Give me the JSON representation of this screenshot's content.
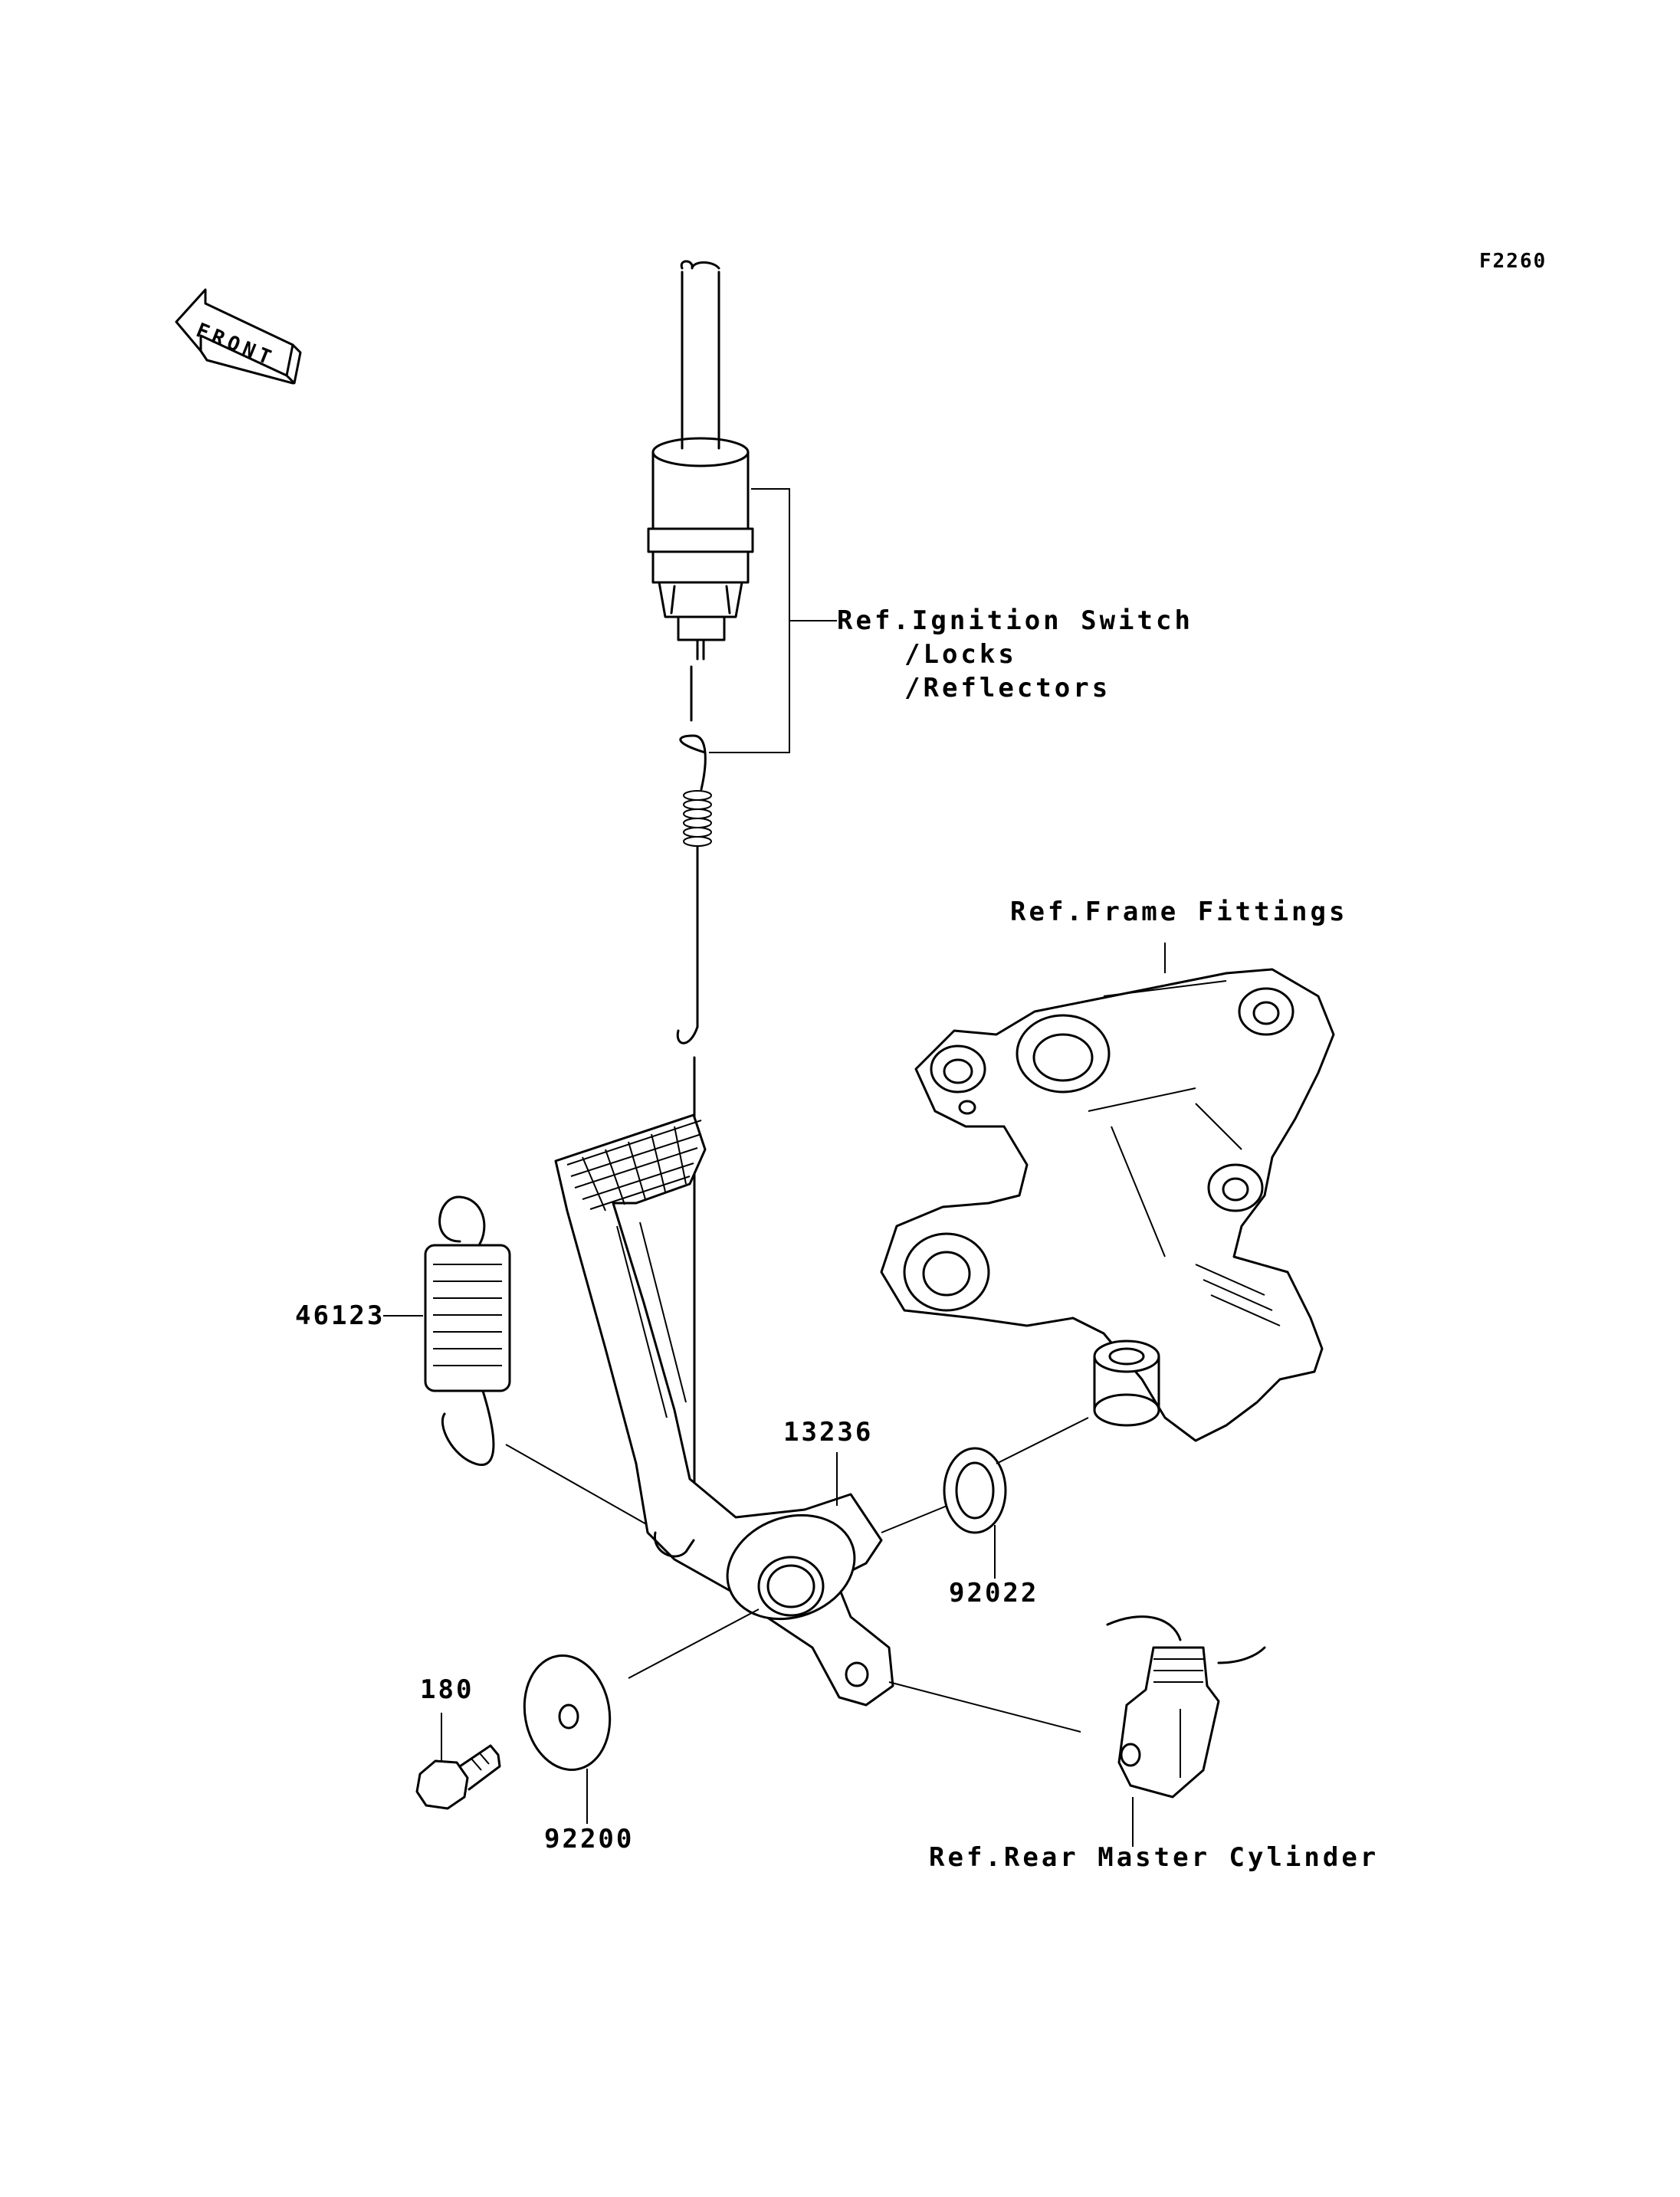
{
  "figure_code": "F2260",
  "front_arrow_label": "FRONT",
  "references": {
    "ignition_switch": [
      "Ref.Ignition Switch",
      "/Locks",
      "/Reflectors"
    ],
    "frame_fittings": "Ref.Frame Fittings",
    "rear_master_cylinder": "Ref.Rear Master Cylinder"
  },
  "parts": {
    "spring": "46123",
    "pedal": "13236",
    "washer_small": "92022",
    "bolt": "180",
    "washer_large": "92200"
  }
}
